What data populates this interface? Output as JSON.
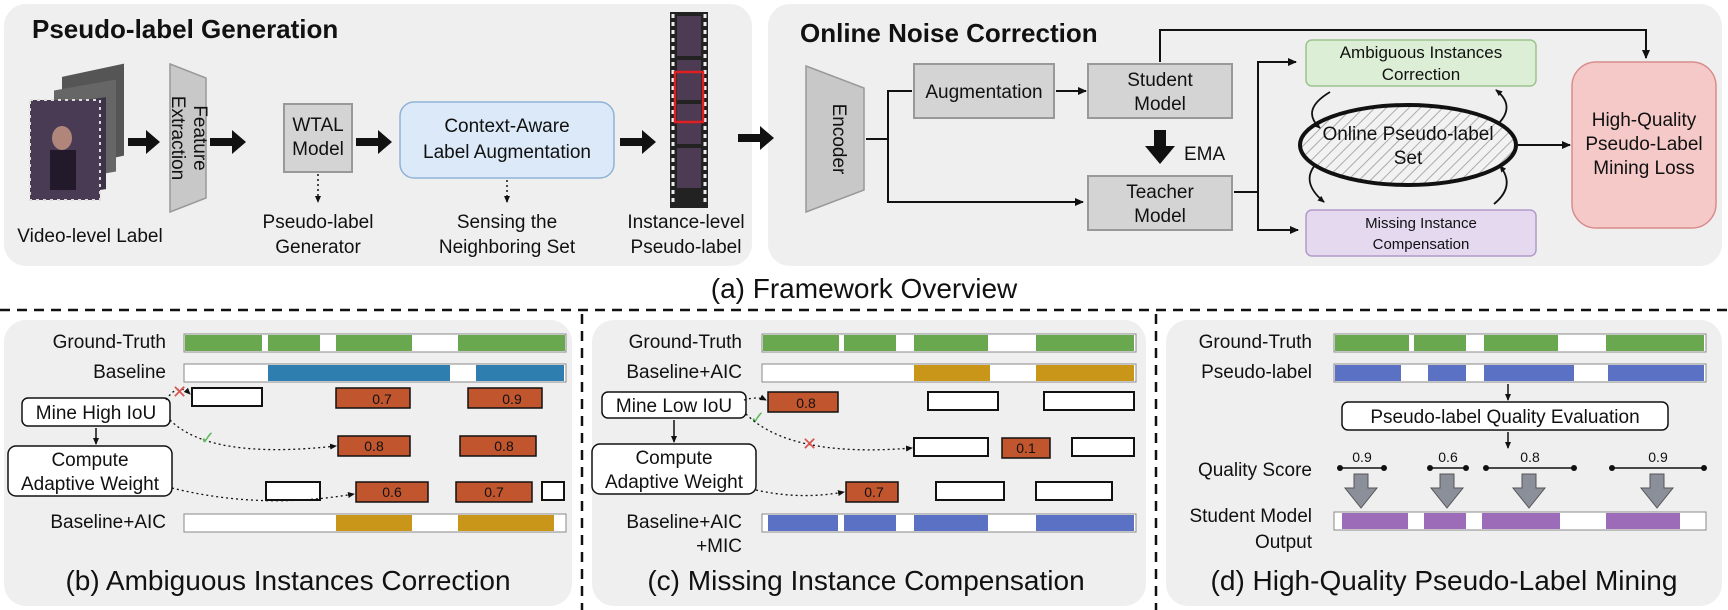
{
  "top": {
    "gen_title": "Pseudo-label Generation",
    "video_label": "Video-level Label",
    "feature_extraction": [
      "Feature",
      "Extraction"
    ],
    "wtal_model": [
      "WTAL",
      "Model"
    ],
    "pseudo_label_generator": [
      "Pseudo-label",
      "Generator"
    ],
    "context_aware": [
      "Context-Aware",
      "Label Augmentation"
    ],
    "sensing": [
      "Sensing the",
      "Neighboring Set"
    ],
    "instance_level": [
      "Instance-level",
      "Pseudo-label"
    ],
    "noise_title": "Online Noise Correction",
    "encoder": "Encoder",
    "augmentation": "Augmentation",
    "student_model": [
      "Student",
      "Model"
    ],
    "teacher_model": [
      "Teacher",
      "Model"
    ],
    "ema": "EMA",
    "aic_box": [
      "Ambiguous Instances",
      "Correction"
    ],
    "online_set": [
      "Online Pseudo-label",
      "Set"
    ],
    "mic_box": [
      "Missing Instance",
      "Compensation"
    ],
    "hq_loss": [
      "High-Quality",
      "Pseudo-Label",
      "Mining Loss"
    ],
    "caption": "(a) Framework Overview"
  },
  "panel_b": {
    "ground_truth": "Ground-Truth",
    "baseline": "Baseline",
    "mine_high_iou": "Mine High IoU",
    "compute_weight": [
      "Compute",
      "Adaptive Weight"
    ],
    "baseline_aic": "Baseline+AIC",
    "scores_row1": [
      "0.7",
      "0.9"
    ],
    "scores_row2": [
      "0.8",
      "0.8"
    ],
    "scores_row3": [
      "0.6",
      "0.7"
    ],
    "caption": "(b) Ambiguous Instances Correction"
  },
  "panel_c": {
    "ground_truth": "Ground-Truth",
    "baseline_aic": "Baseline+AIC",
    "mine_low_iou": "Mine Low IoU",
    "compute_weight": [
      "Compute",
      "Adaptive Weight"
    ],
    "baseline_aic_mic": [
      "Baseline+AIC",
      "+MIC"
    ],
    "score_row1": "0.8",
    "score_row2": "0.1",
    "score_row3": "0.7",
    "caption": "(c) Missing Instance Compensation"
  },
  "panel_d": {
    "ground_truth": "Ground-Truth",
    "pseudo_label": "Pseudo-label",
    "evaluation": "Pseudo-label Quality Evaluation",
    "quality_score": "Quality Score",
    "student_output": [
      "Student Model",
      "Output"
    ],
    "scores": [
      "0.9",
      "0.6",
      "0.8",
      "0.9"
    ],
    "caption": "(d) High-Quality Pseudo-Label Mining"
  },
  "colors": {
    "gt_green": "#6aa84f",
    "baseline_blue": "#2e7fb0",
    "aic_gold": "#c9961a",
    "mic_blue": "#5b72c4",
    "score_orange": "#c0552e",
    "student_purple": "#9d6cb8",
    "aic_box_green": "#dcefd6",
    "mic_box_purple": "#e4d9ef",
    "hq_pink": "#f6c9c9",
    "context_blue": "#dbe9f8",
    "model_gray": "#d4d4d4"
  }
}
